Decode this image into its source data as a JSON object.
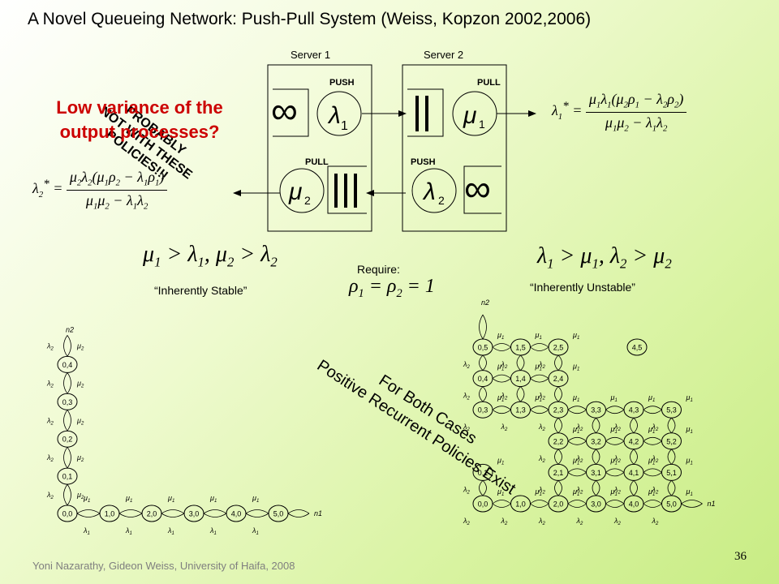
{
  "slide": {
    "title": "A Novel Queueing Network: Push-Pull System (Weiss, Kopzon 2002,2006)",
    "footer": "Yoni Nazarathy, Gideon Weiss, University of Haifa, 2008",
    "page_number": "36"
  },
  "network": {
    "server1_label": "Server 1",
    "server2_label": "Server 2",
    "top_left_mode": "PUSH",
    "top_right_mode": "PULL",
    "bottom_left_mode": "PULL",
    "bottom_right_mode": "PUSH"
  },
  "conditions": {
    "stable_label": "“Inherently Stable”",
    "unstable_label": "“Inherently Unstable”",
    "require_label": "Require:"
  },
  "overlays": {
    "red_line1": "Low variance of the",
    "red_line2": "output processes?",
    "probably_line1": "PROBABLY",
    "probably_line2": "NOT WITH THESE",
    "probably_line3": "POLICIES!!!",
    "both_line1": "For Both Cases",
    "both_line2": "Positive Recurrent Policies Exist"
  },
  "left_chain": {
    "vertical_states": [
      "0,4",
      "0,3",
      "0,2",
      "0,1"
    ],
    "horizontal_states": [
      "0,0",
      "1,0",
      "2,0",
      "3,0",
      "4,0",
      "5,0"
    ],
    "axis_top": "n2",
    "axis_right": "n1"
  },
  "right_grid": {
    "rows": [
      [
        "0,5",
        "1,5",
        "2,5"
      ],
      [
        "0,4",
        "1,4",
        "2,4"
      ],
      [
        "0,3",
        "1,3",
        "2,3",
        "3,3",
        "4,3",
        "5,3"
      ],
      [
        "2,2",
        "3,2",
        "4,2",
        "5,2"
      ],
      [
        "0,1",
        "2,1",
        "3,1",
        "4,1",
        "5,1"
      ],
      [
        "0,0",
        "1,0",
        "2,0",
        "3,0",
        "4,0",
        "5,0"
      ]
    ],
    "extra_states": [
      "4,5"
    ],
    "axis_top": "n2",
    "axis_right": "n1"
  }
}
